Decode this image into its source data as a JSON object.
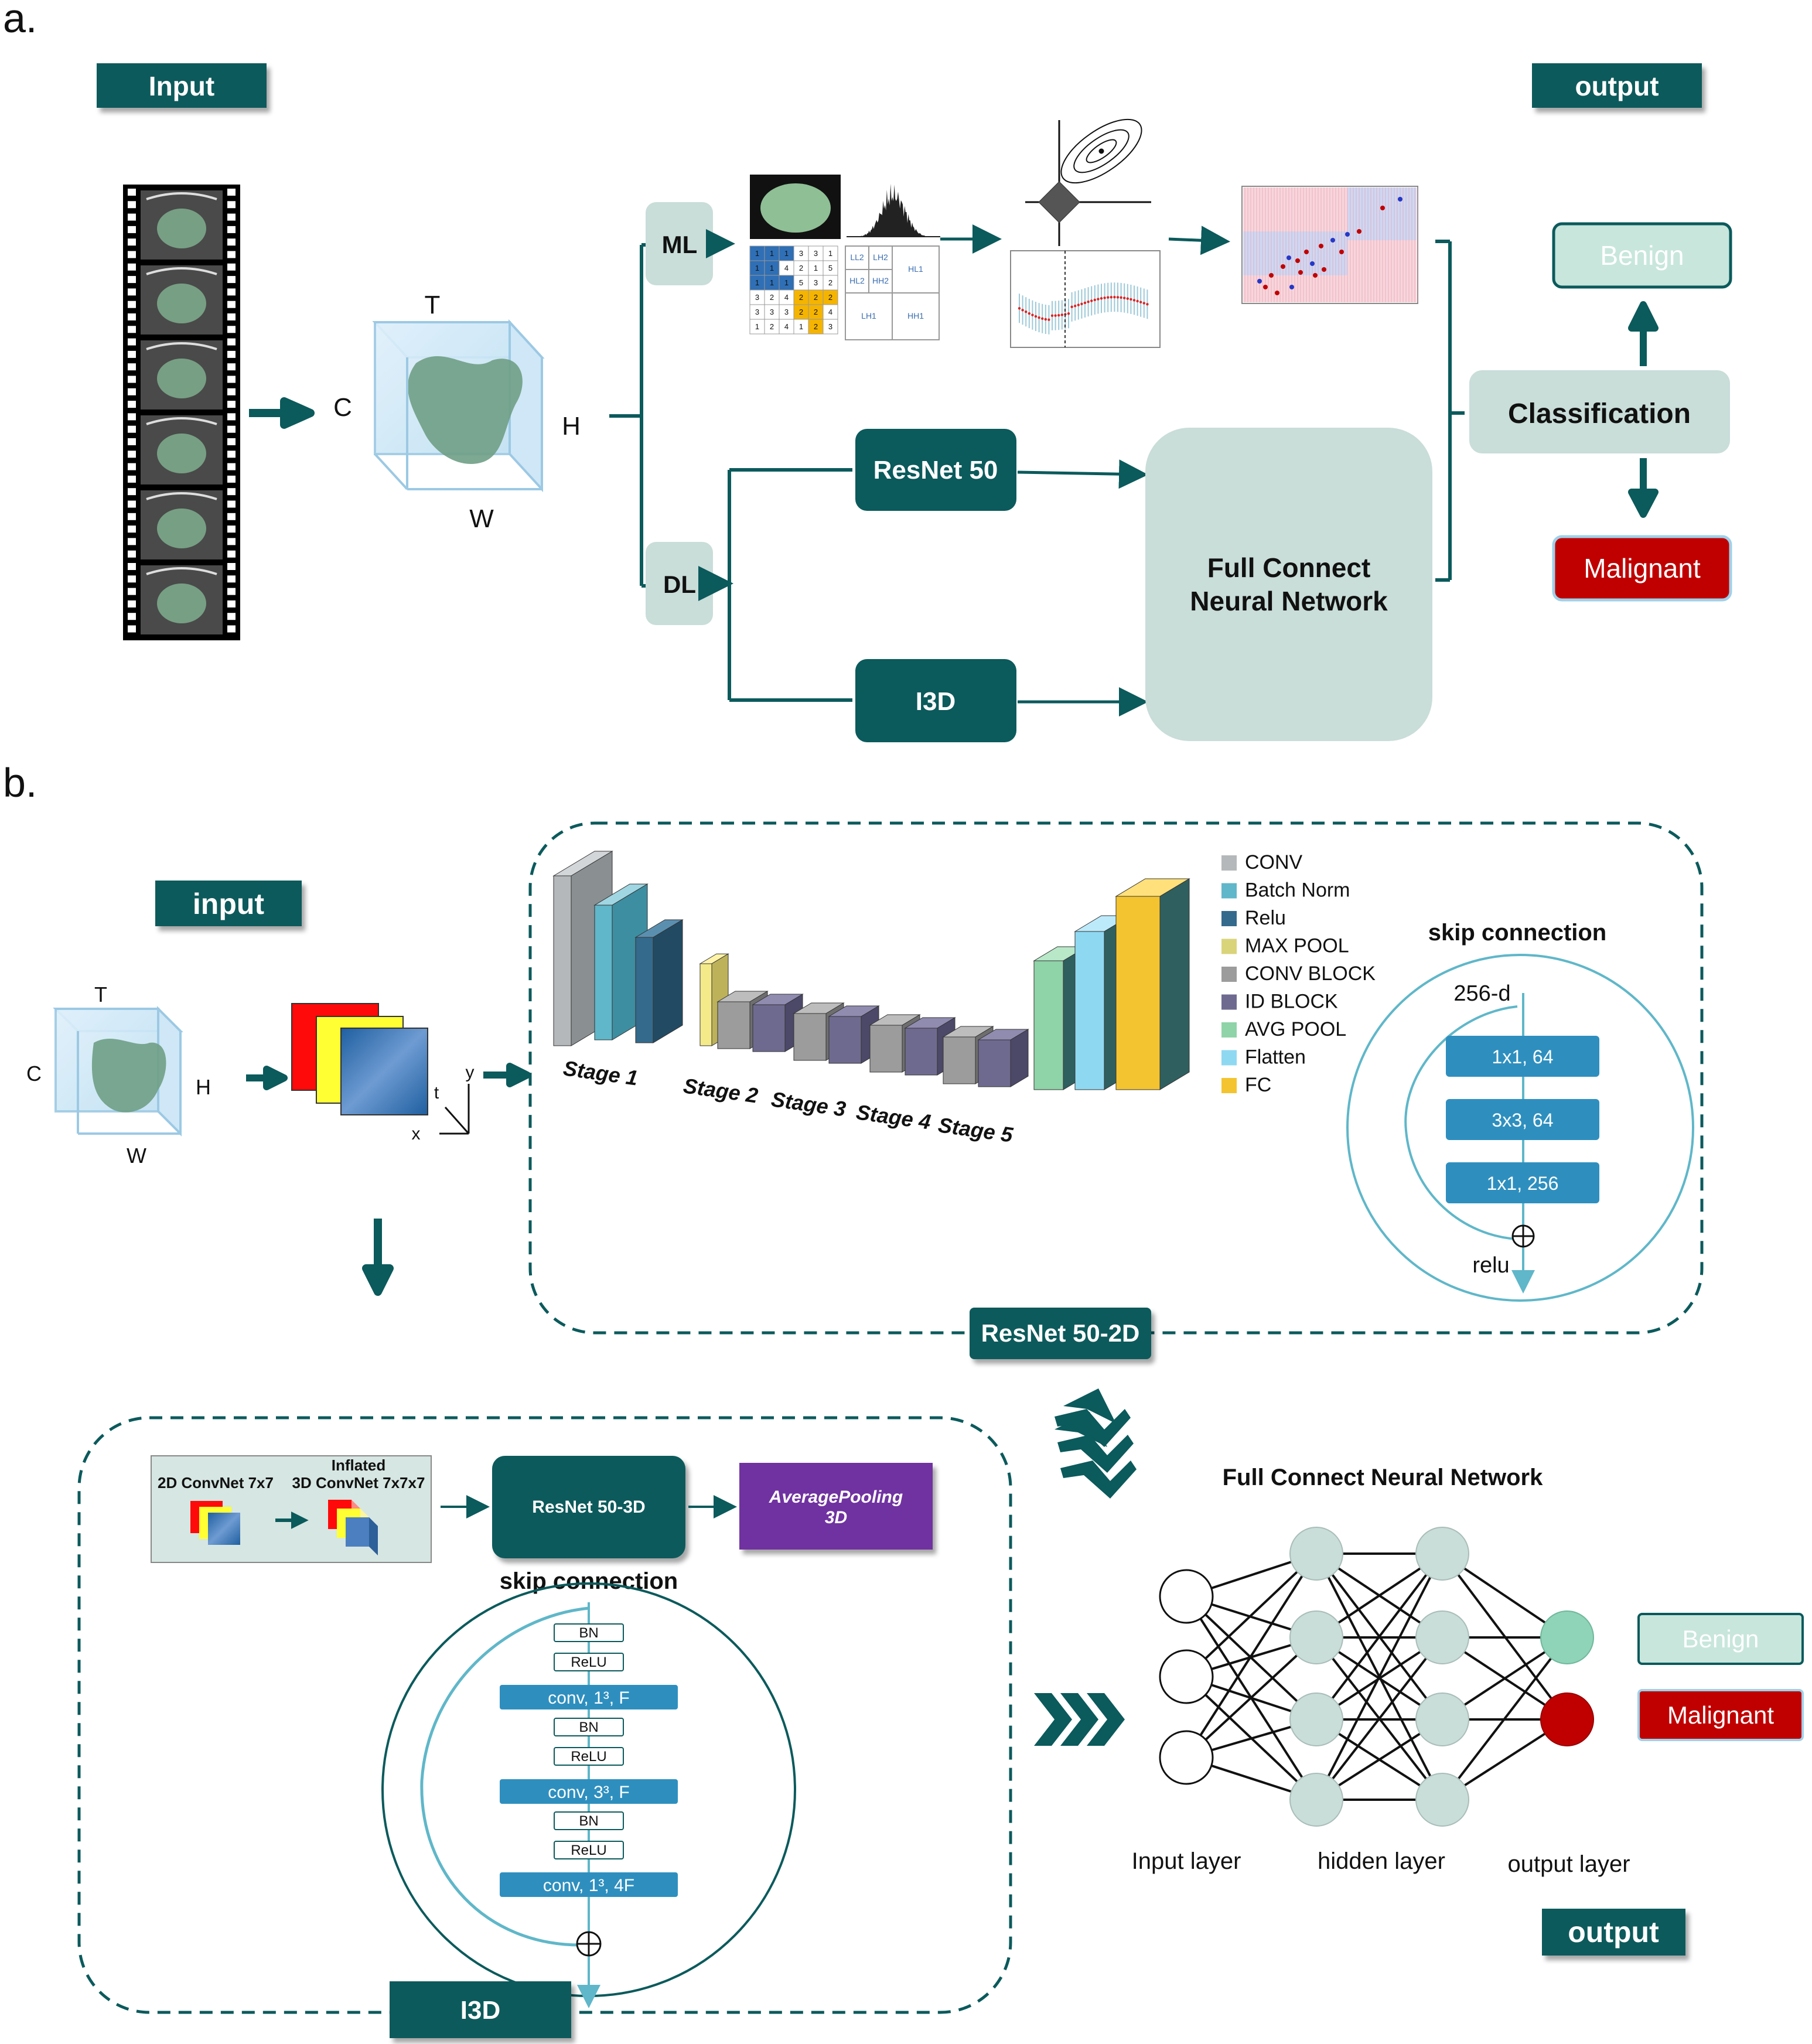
{
  "colors": {
    "teal_dark": "#0b5a5c",
    "teal_light": "#c9ddd9",
    "malignant_red": "#c00000",
    "benign_green": "#c8e6dc",
    "purple": "#7030a0",
    "conv_blue": "#2e8fbf",
    "legend_conv": "#b4b8ba",
    "legend_bn": "#5fb7c9",
    "legend_relu": "#346a8c",
    "legend_maxpool": "#d9d47a",
    "legend_convblock": "#9c9c9c",
    "legend_idblock": "#6e6a8f",
    "legend_avgpool": "#8fd3a8",
    "legend_flatten": "#8fd8f2",
    "legend_fc": "#f4c430"
  },
  "panel_a": {
    "panel_label": "a.",
    "input_label": "Input",
    "output_label": "output",
    "axis_t": "T",
    "axis_c": "C",
    "axis_h": "H",
    "axis_w": "W",
    "ml_label": "ML",
    "dl_label": "DL",
    "resnet_label": "ResNet 50",
    "i3d_label": "I3D",
    "fcnn_line1": "Full Connect",
    "fcnn_line2": "Neural Network",
    "classification_label": "Classification",
    "benign_label": "Benign",
    "malignant_label": "Malignant",
    "glcm_matrix": [
      [
        "1",
        "1",
        "1",
        "3",
        "3",
        "1"
      ],
      [
        "1",
        "1",
        "4",
        "2",
        "1",
        "5"
      ],
      [
        "1",
        "1",
        "1",
        "5",
        "3",
        "2"
      ],
      [
        "3",
        "2",
        "4",
        "2",
        "2",
        "2"
      ],
      [
        "3",
        "3",
        "3",
        "2",
        "2",
        "4"
      ],
      [
        "1",
        "2",
        "4",
        "1",
        "2",
        "3"
      ]
    ],
    "wavelet_labels": [
      "LL2",
      "LH2",
      "HL2",
      "HH2",
      "HL1",
      "LH1",
      "HH1"
    ]
  },
  "panel_b": {
    "panel_label": "b.",
    "input_label": "input",
    "axis_t": "T",
    "axis_c": "C",
    "axis_h": "H",
    "axis_w": "W",
    "axis_y": "y",
    "axis_t_small": "t",
    "axis_x": "x",
    "stages": [
      "Stage 1",
      "Stage 2",
      "Stage 3",
      "Stage 4",
      "Stage 5"
    ],
    "legend": [
      "CONV",
      "Batch Norm",
      "Relu",
      "MAX POOL",
      "CONV BLOCK",
      "ID BLOCK",
      "AVG POOL",
      "Flatten",
      "FC"
    ],
    "skip_title": "skip connection",
    "skip_in": "256-d",
    "skip_blocks": [
      "1x1, 64",
      "3x3, 64",
      "1x1, 256"
    ],
    "skip_out": "relu",
    "resnet2d_label": "ResNet 50-2D",
    "conv2d_label": "2D ConvNet 7x7",
    "inflated_label_1": "Inflated",
    "conv3d_label": "3D ConvNet 7x7x7",
    "resnet3d_label": "ResNet 50-3D",
    "avgpool_line1": "AveragePooling",
    "avgpool_line2": "3D",
    "i3d_skip_title": "skip connection",
    "i3d_blocks": [
      "BN",
      "ReLU",
      "conv, 1³, F",
      "BN",
      "ReLU",
      "conv, 3³, F",
      "BN",
      "ReLU",
      "conv, 1³, 4F"
    ],
    "i3d_label": "I3D",
    "fcnn_title": "Full Connect Neural Network",
    "input_layer": "Input layer",
    "hidden_layer": "hidden layer",
    "output_layer": "output layer",
    "benign_label": "Benign",
    "malignant_label": "Malignant",
    "output_label": "output"
  }
}
